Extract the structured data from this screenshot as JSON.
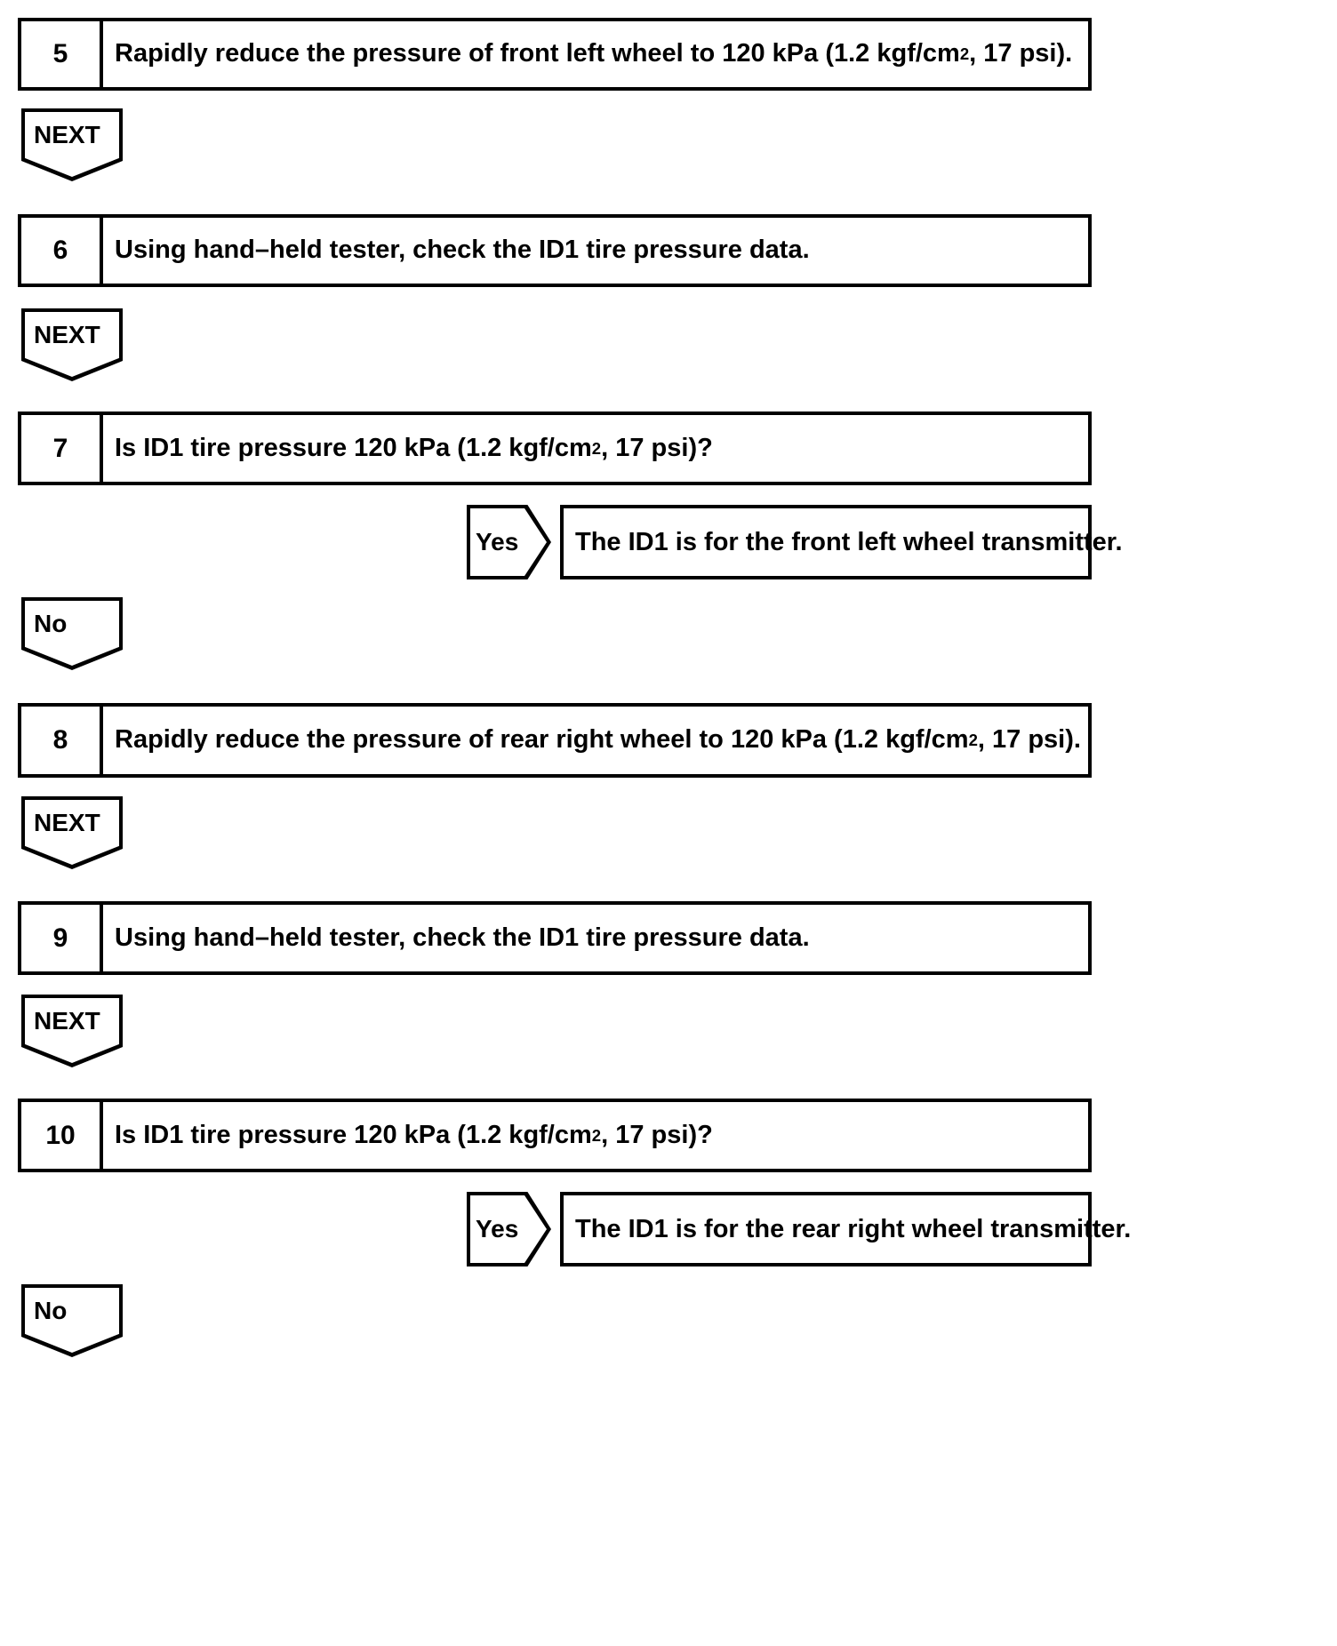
{
  "document": {
    "title": "TPMS transmitter ID identification flowchart",
    "background_color": "#ffffff",
    "line_color": "#000000"
  },
  "steps": [
    {
      "number": "5",
      "text_before_sup": "Rapidly reduce the pressure of front left wheel to 120 kPa (1.2 kgf/cm",
      "sup": "2",
      "text_after_sup": ", 17 psi)."
    },
    {
      "number": "6",
      "text_before_sup": "Using hand–held tester, check the ID1 tire pressure data.",
      "sup": "",
      "text_after_sup": ""
    },
    {
      "number": "7",
      "text_before_sup": "Is ID1 tire pressure 120 kPa (1.2 kgf/cm",
      "sup": "2",
      "text_after_sup": ", 17 psi)?"
    },
    {
      "number": "8",
      "text_before_sup": "Rapidly reduce the pressure of rear right wheel to 120 kPa (1.2 kgf/cm",
      "sup": "2",
      "text_after_sup": ", 17 psi)."
    },
    {
      "number": "9",
      "text_before_sup": "Using hand–held tester, check the ID1 tire pressure data.",
      "sup": "",
      "text_after_sup": ""
    },
    {
      "number": "10",
      "text_before_sup": "Is ID1 tire pressure 120 kPa (1.2 kgf/cm",
      "sup": "2",
      "text_after_sup": ", 17 psi)?"
    }
  ],
  "connectors": {
    "next_1": "NEXT",
    "next_2": "NEXT",
    "no_1": "No",
    "next_3": "NEXT",
    "next_4": "NEXT",
    "no_2": "No",
    "yes_1": "Yes",
    "yes_2": "Yes"
  },
  "results": [
    {
      "text": "The ID1 is for the front left wheel transmitter."
    },
    {
      "text": "The ID1 is for the rear right wheel transmitter."
    }
  ]
}
